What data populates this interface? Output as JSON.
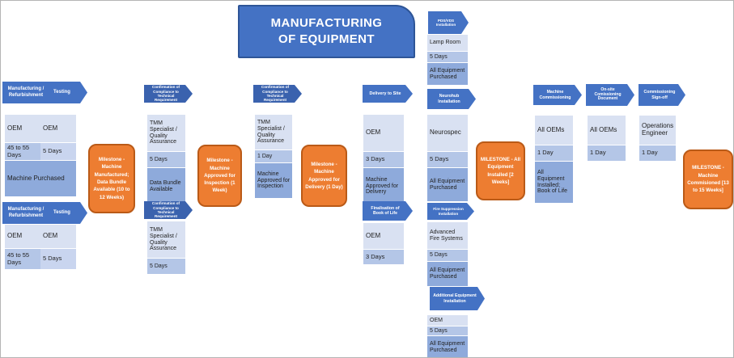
{
  "title": {
    "text": "MANUFACTURING OF EQUIPMENT"
  },
  "colors": {
    "chevron_blue": "#4472C4",
    "chevron_dark_blue": "#3A62AE",
    "cell_light": "#D9E1F2",
    "cell_mid": "#B4C6E7",
    "cell_dark": "#8EAADB",
    "milestone_fill": "#ED7D31",
    "milestone_border": "#BA5A17",
    "title_fill": "#4472C4",
    "title_border": "#2E5597"
  },
  "manufacturing": {
    "chevron_refurbishment": "Manufacturing / Refurbishment",
    "chevron_testing": "Testing",
    "cycle1": {
      "owner_a": "OEM",
      "owner_b": "OEM",
      "duration_a": "45 to 55 Days",
      "duration_b": "5 Days",
      "outcome": "Machine Purchased"
    },
    "cycle2": {
      "owner_a": "OEM",
      "owner_b": "OEM",
      "duration_a": "45 to 55 Days",
      "duration_b": "5 Days"
    }
  },
  "compliance1": {
    "chevron": "Confirmation of Compliance to Technical Requirement",
    "cycle1": {
      "owner": "TMM Specialist / Quality Assurance",
      "duration": "5 Days",
      "outcome": "Data Bundle Available"
    },
    "chevron2": "Confirmation of Compliance to Technical Requirement",
    "cycle2": {
      "owner": "TMM Specialist / Quality Assurance",
      "duration": "5 Days"
    }
  },
  "compliance2": {
    "chevron": "Confirmation of Compliance to Technical Requirement",
    "cycle": {
      "owner": "TMM Specialist / Quality Assurance",
      "duration": "1 Day",
      "outcome": "Machine Approved for Inspection"
    }
  },
  "delivery": {
    "chevron": "Delivery to Site",
    "cycle": {
      "owner": "OEM",
      "duration": "3 Days",
      "outcome": "Machine Approved for Delivery"
    }
  },
  "book_of_life": {
    "chevron": "Finalisation of Book of Life",
    "cycle": {
      "owner": "OEM",
      "duration": "3 Days"
    }
  },
  "pds_vds": {
    "chevron": "PDS/VDS Installation",
    "cycle": {
      "owner": "Lamp Room",
      "duration": "5 Days",
      "outcome": "All Equipment Purchased"
    }
  },
  "neurohub": {
    "chevron": "Neurohub Installation",
    "cycle": {
      "owner": "Neurospec",
      "duration": "5 Days",
      "outcome": "All Equipment Purchased"
    }
  },
  "fire_suppression": {
    "chevron": "Fire Suppression Installation",
    "cycle": {
      "owner": "Advanced Fire Systems",
      "duration": "5 Days",
      "outcome": "All Equipment Purchased"
    }
  },
  "additional_equipment": {
    "chevron": "Additional Equipment Installation",
    "cycle": {
      "owner": "OEM",
      "duration": "5 Days",
      "outcome": "All Equipment Purchased"
    }
  },
  "machine_commissioning": {
    "chevron": "Machine Commissioning",
    "cycle": {
      "owner": "All OEMs",
      "duration": "1 Day",
      "outcome": "All Equipment Installed; Book of Life"
    }
  },
  "onsite_document": {
    "chevron": "On-site Comissioning Document",
    "cycle": {
      "owner": "All OEMs",
      "duration": "1 Day"
    }
  },
  "signoff": {
    "chevron": "Commissioning Sign-off",
    "cycle": {
      "owner": "Operations Engineer",
      "duration": "1 Day"
    }
  },
  "milestones": {
    "machine_manufactured": "Milestone - Machine Manufactured; Data Bundle Available (10 to 12 Weeks)",
    "approved_inspection": "Milestone - Machine Approved for Inspection (1 Week)",
    "approved_delivery": "Milestone - Machine Approved for Delivery (1 Day)",
    "equipment_installed": "MILESTONE - All Equipment Installed [2 Weeks]",
    "machine_commissioned": "MILESTONE - Machine Commisioned [13 to 15 Weeks]"
  }
}
